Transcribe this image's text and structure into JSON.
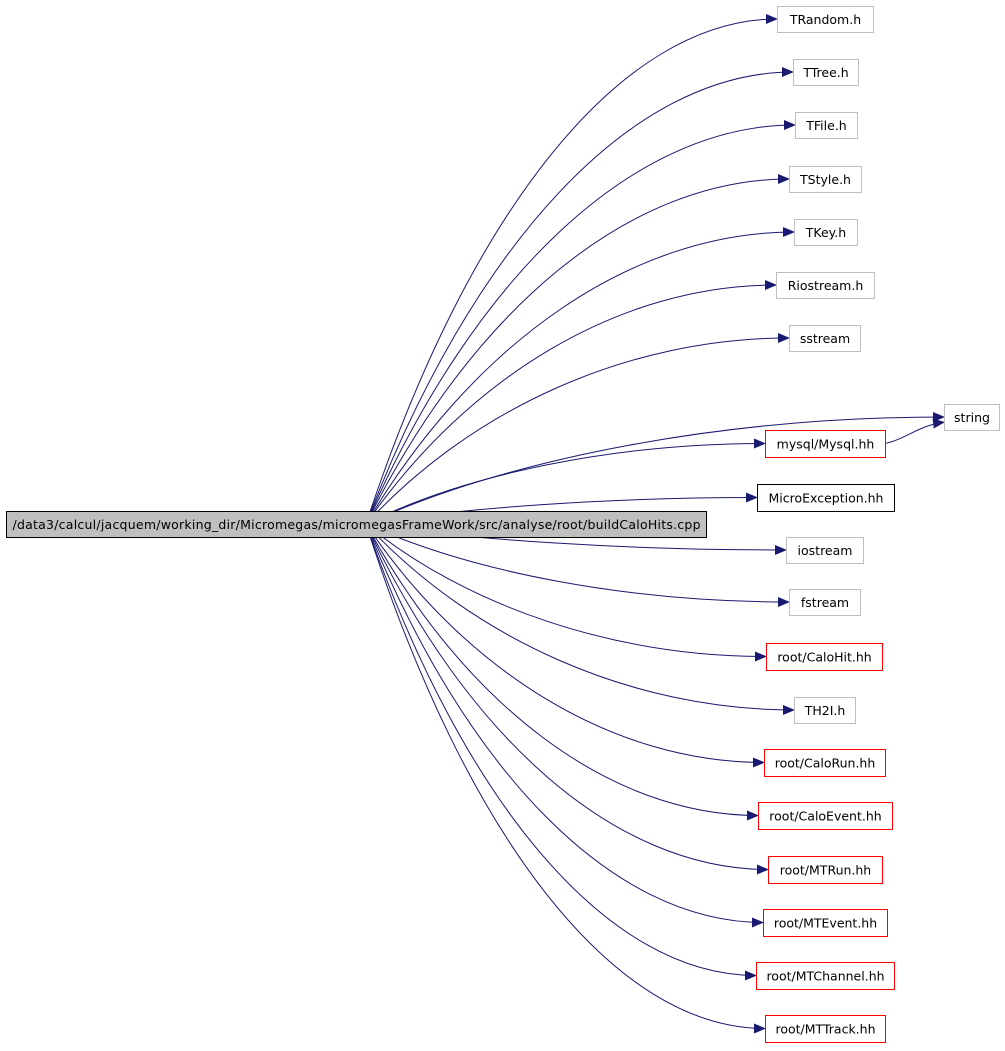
{
  "colors": {
    "edge": "#191970",
    "source_fill": "#bfbfbf",
    "source_border": "#000000",
    "border_gray": "#bfbfbf",
    "border_red": "#ff0000",
    "border_black": "#000000"
  },
  "source": {
    "label": "/data3/calcul/jacquem/working_dir/Micromegas/micromegasFrameWork/src/analyse/root/buildCaloHits.cpp"
  },
  "nodes": [
    {
      "id": "trandom",
      "label": "TRandom.h",
      "border": "gray"
    },
    {
      "id": "ttree",
      "label": "TTree.h",
      "border": "gray"
    },
    {
      "id": "tfile",
      "label": "TFile.h",
      "border": "gray"
    },
    {
      "id": "tstyle",
      "label": "TStyle.h",
      "border": "gray"
    },
    {
      "id": "tkey",
      "label": "TKey.h",
      "border": "gray"
    },
    {
      "id": "riostream",
      "label": "Riostream.h",
      "border": "gray"
    },
    {
      "id": "sstream",
      "label": "sstream",
      "border": "gray"
    },
    {
      "id": "string",
      "label": "string",
      "border": "gray"
    },
    {
      "id": "mysql",
      "label": "mysql/Mysql.hh",
      "border": "red"
    },
    {
      "id": "microexception",
      "label": "MicroException.hh",
      "border": "black"
    },
    {
      "id": "iostream",
      "label": "iostream",
      "border": "gray"
    },
    {
      "id": "fstream",
      "label": "fstream",
      "border": "gray"
    },
    {
      "id": "calohit",
      "label": "root/CaloHit.hh",
      "border": "red"
    },
    {
      "id": "th2i",
      "label": "TH2I.h",
      "border": "gray"
    },
    {
      "id": "calorun",
      "label": "root/CaloRun.hh",
      "border": "red"
    },
    {
      "id": "caloevent",
      "label": "root/CaloEvent.hh",
      "border": "red"
    },
    {
      "id": "mtrun",
      "label": "root/MTRun.hh",
      "border": "red"
    },
    {
      "id": "mtevent",
      "label": "root/MTEvent.hh",
      "border": "red"
    },
    {
      "id": "mtchannel",
      "label": "root/MTChannel.hh",
      "border": "red"
    },
    {
      "id": "mttrack",
      "label": "root/MTTrack.hh",
      "border": "red"
    }
  ],
  "edges": [
    {
      "from": "source",
      "to": "trandom"
    },
    {
      "from": "source",
      "to": "ttree"
    },
    {
      "from": "source",
      "to": "tfile"
    },
    {
      "from": "source",
      "to": "tstyle"
    },
    {
      "from": "source",
      "to": "tkey"
    },
    {
      "from": "source",
      "to": "riostream"
    },
    {
      "from": "source",
      "to": "sstream"
    },
    {
      "from": "source",
      "to": "string"
    },
    {
      "from": "source",
      "to": "mysql"
    },
    {
      "from": "source",
      "to": "microexception"
    },
    {
      "from": "source",
      "to": "iostream"
    },
    {
      "from": "source",
      "to": "fstream"
    },
    {
      "from": "source",
      "to": "calohit"
    },
    {
      "from": "source",
      "to": "th2i"
    },
    {
      "from": "source",
      "to": "calorun"
    },
    {
      "from": "source",
      "to": "caloevent"
    },
    {
      "from": "source",
      "to": "mtrun"
    },
    {
      "from": "source",
      "to": "mtevent"
    },
    {
      "from": "source",
      "to": "mtchannel"
    },
    {
      "from": "source",
      "to": "mttrack"
    },
    {
      "from": "mysql",
      "to": "string"
    }
  ]
}
